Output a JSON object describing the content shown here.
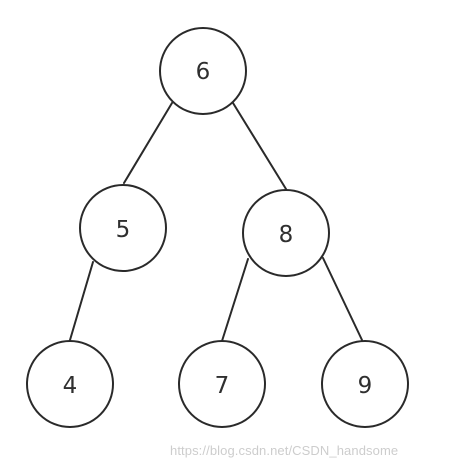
{
  "tree": {
    "nodes": [
      {
        "id": "n6",
        "label": "6"
      },
      {
        "id": "n5",
        "label": "5"
      },
      {
        "id": "n8",
        "label": "8"
      },
      {
        "id": "n4",
        "label": "4"
      },
      {
        "id": "n7",
        "label": "7"
      },
      {
        "id": "n9",
        "label": "9"
      }
    ],
    "edges": [
      {
        "from": "n6",
        "to": "n5"
      },
      {
        "from": "n6",
        "to": "n8"
      },
      {
        "from": "n5",
        "to": "n4"
      },
      {
        "from": "n8",
        "to": "n7"
      },
      {
        "from": "n8",
        "to": "n9"
      }
    ]
  },
  "watermark": "https://blog.csdn.net/CSDN_handsome"
}
